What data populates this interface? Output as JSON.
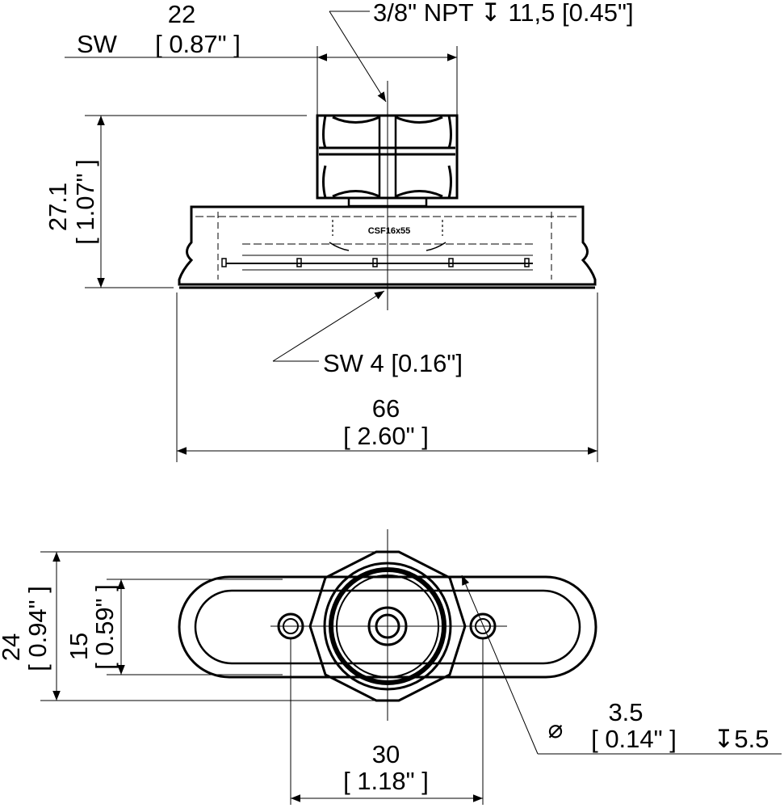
{
  "colors": {
    "line": "#000000",
    "background": "#ffffff"
  },
  "side_view": {
    "thread_label": "3/8\" NPT ↧ 11,5 [0.45\"]",
    "sw_top_label": "SW",
    "sw_top_mm": "22",
    "sw_top_in": "[ 0.87\" ]",
    "height_mm": "27.1",
    "height_in": "[ 1.07\" ]",
    "part_marking": "CSF16x55",
    "sw_bottom_label": "SW 4 [0.16\"]",
    "width_mm": "66",
    "width_in": "[ 2.60\" ]"
  },
  "top_view": {
    "outer_height_mm": "24",
    "outer_height_in": "[ 0.94\" ]",
    "inner_height_mm": "15",
    "inner_height_in": "[ 0.59\" ]",
    "hole_diameter_symbol": "⌀",
    "hole_diameter_mm": "3.5",
    "hole_diameter_in": "[ 0.14\" ]",
    "hole_depth": "↧5.5",
    "hole_spacing_mm": "30",
    "hole_spacing_in": "[ 1.18\" ]"
  }
}
